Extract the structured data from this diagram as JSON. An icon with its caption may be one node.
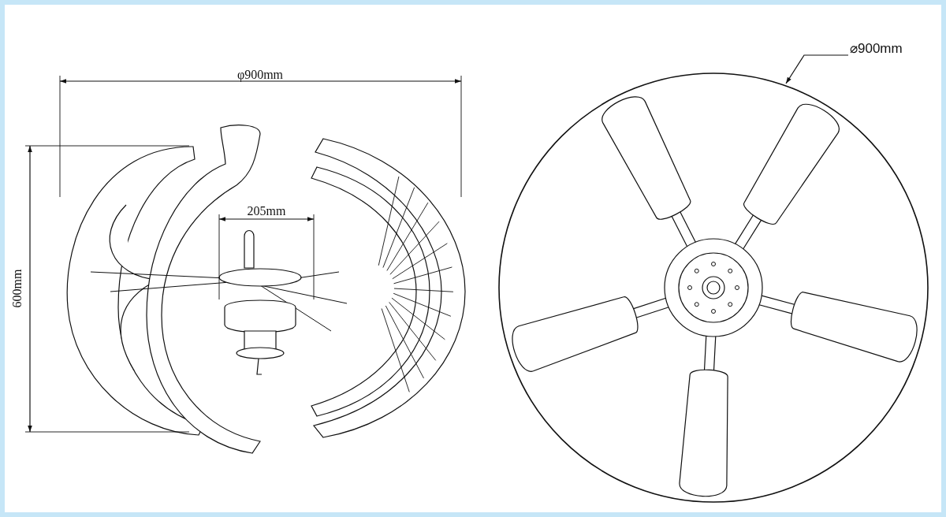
{
  "diagram": {
    "labels": [
      "φ900mm",
      "205mm",
      "600mm",
      "⌀900mm"
    ]
  }
}
